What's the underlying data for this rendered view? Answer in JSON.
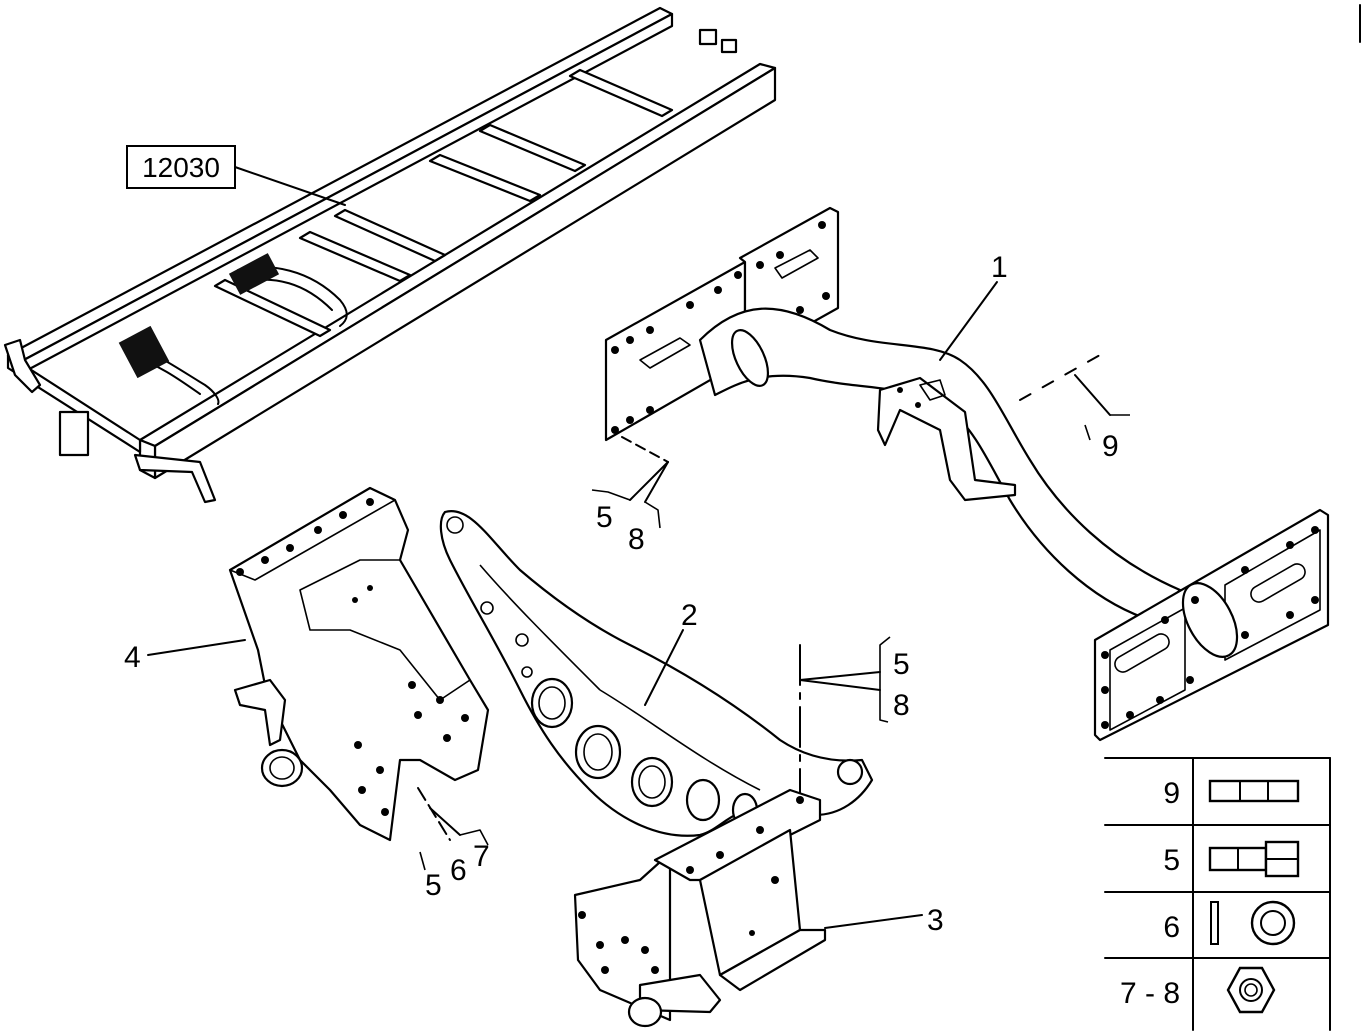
{
  "reference": {
    "code": "12030"
  },
  "callouts": [
    {
      "id": "c1",
      "text": "1"
    },
    {
      "id": "c2",
      "text": "2"
    },
    {
      "id": "c3",
      "text": "3"
    },
    {
      "id": "c4",
      "text": "4"
    },
    {
      "id": "c5a",
      "text": "5"
    },
    {
      "id": "c8a",
      "text": "8"
    },
    {
      "id": "c9a",
      "text": "9"
    },
    {
      "id": "c5b",
      "text": "5"
    },
    {
      "id": "c8b",
      "text": "8"
    },
    {
      "id": "c5c",
      "text": "5"
    },
    {
      "id": "c6c",
      "text": "6"
    },
    {
      "id": "c7c",
      "text": "7"
    }
  ],
  "legend": {
    "rows": [
      {
        "label": "9",
        "icon": "stud-icon"
      },
      {
        "label": "5",
        "icon": "bolt-icon"
      },
      {
        "label": "6",
        "icon": "washer-icon"
      },
      {
        "label": "7 - 8",
        "icon": "hex-nut-icon"
      }
    ]
  }
}
